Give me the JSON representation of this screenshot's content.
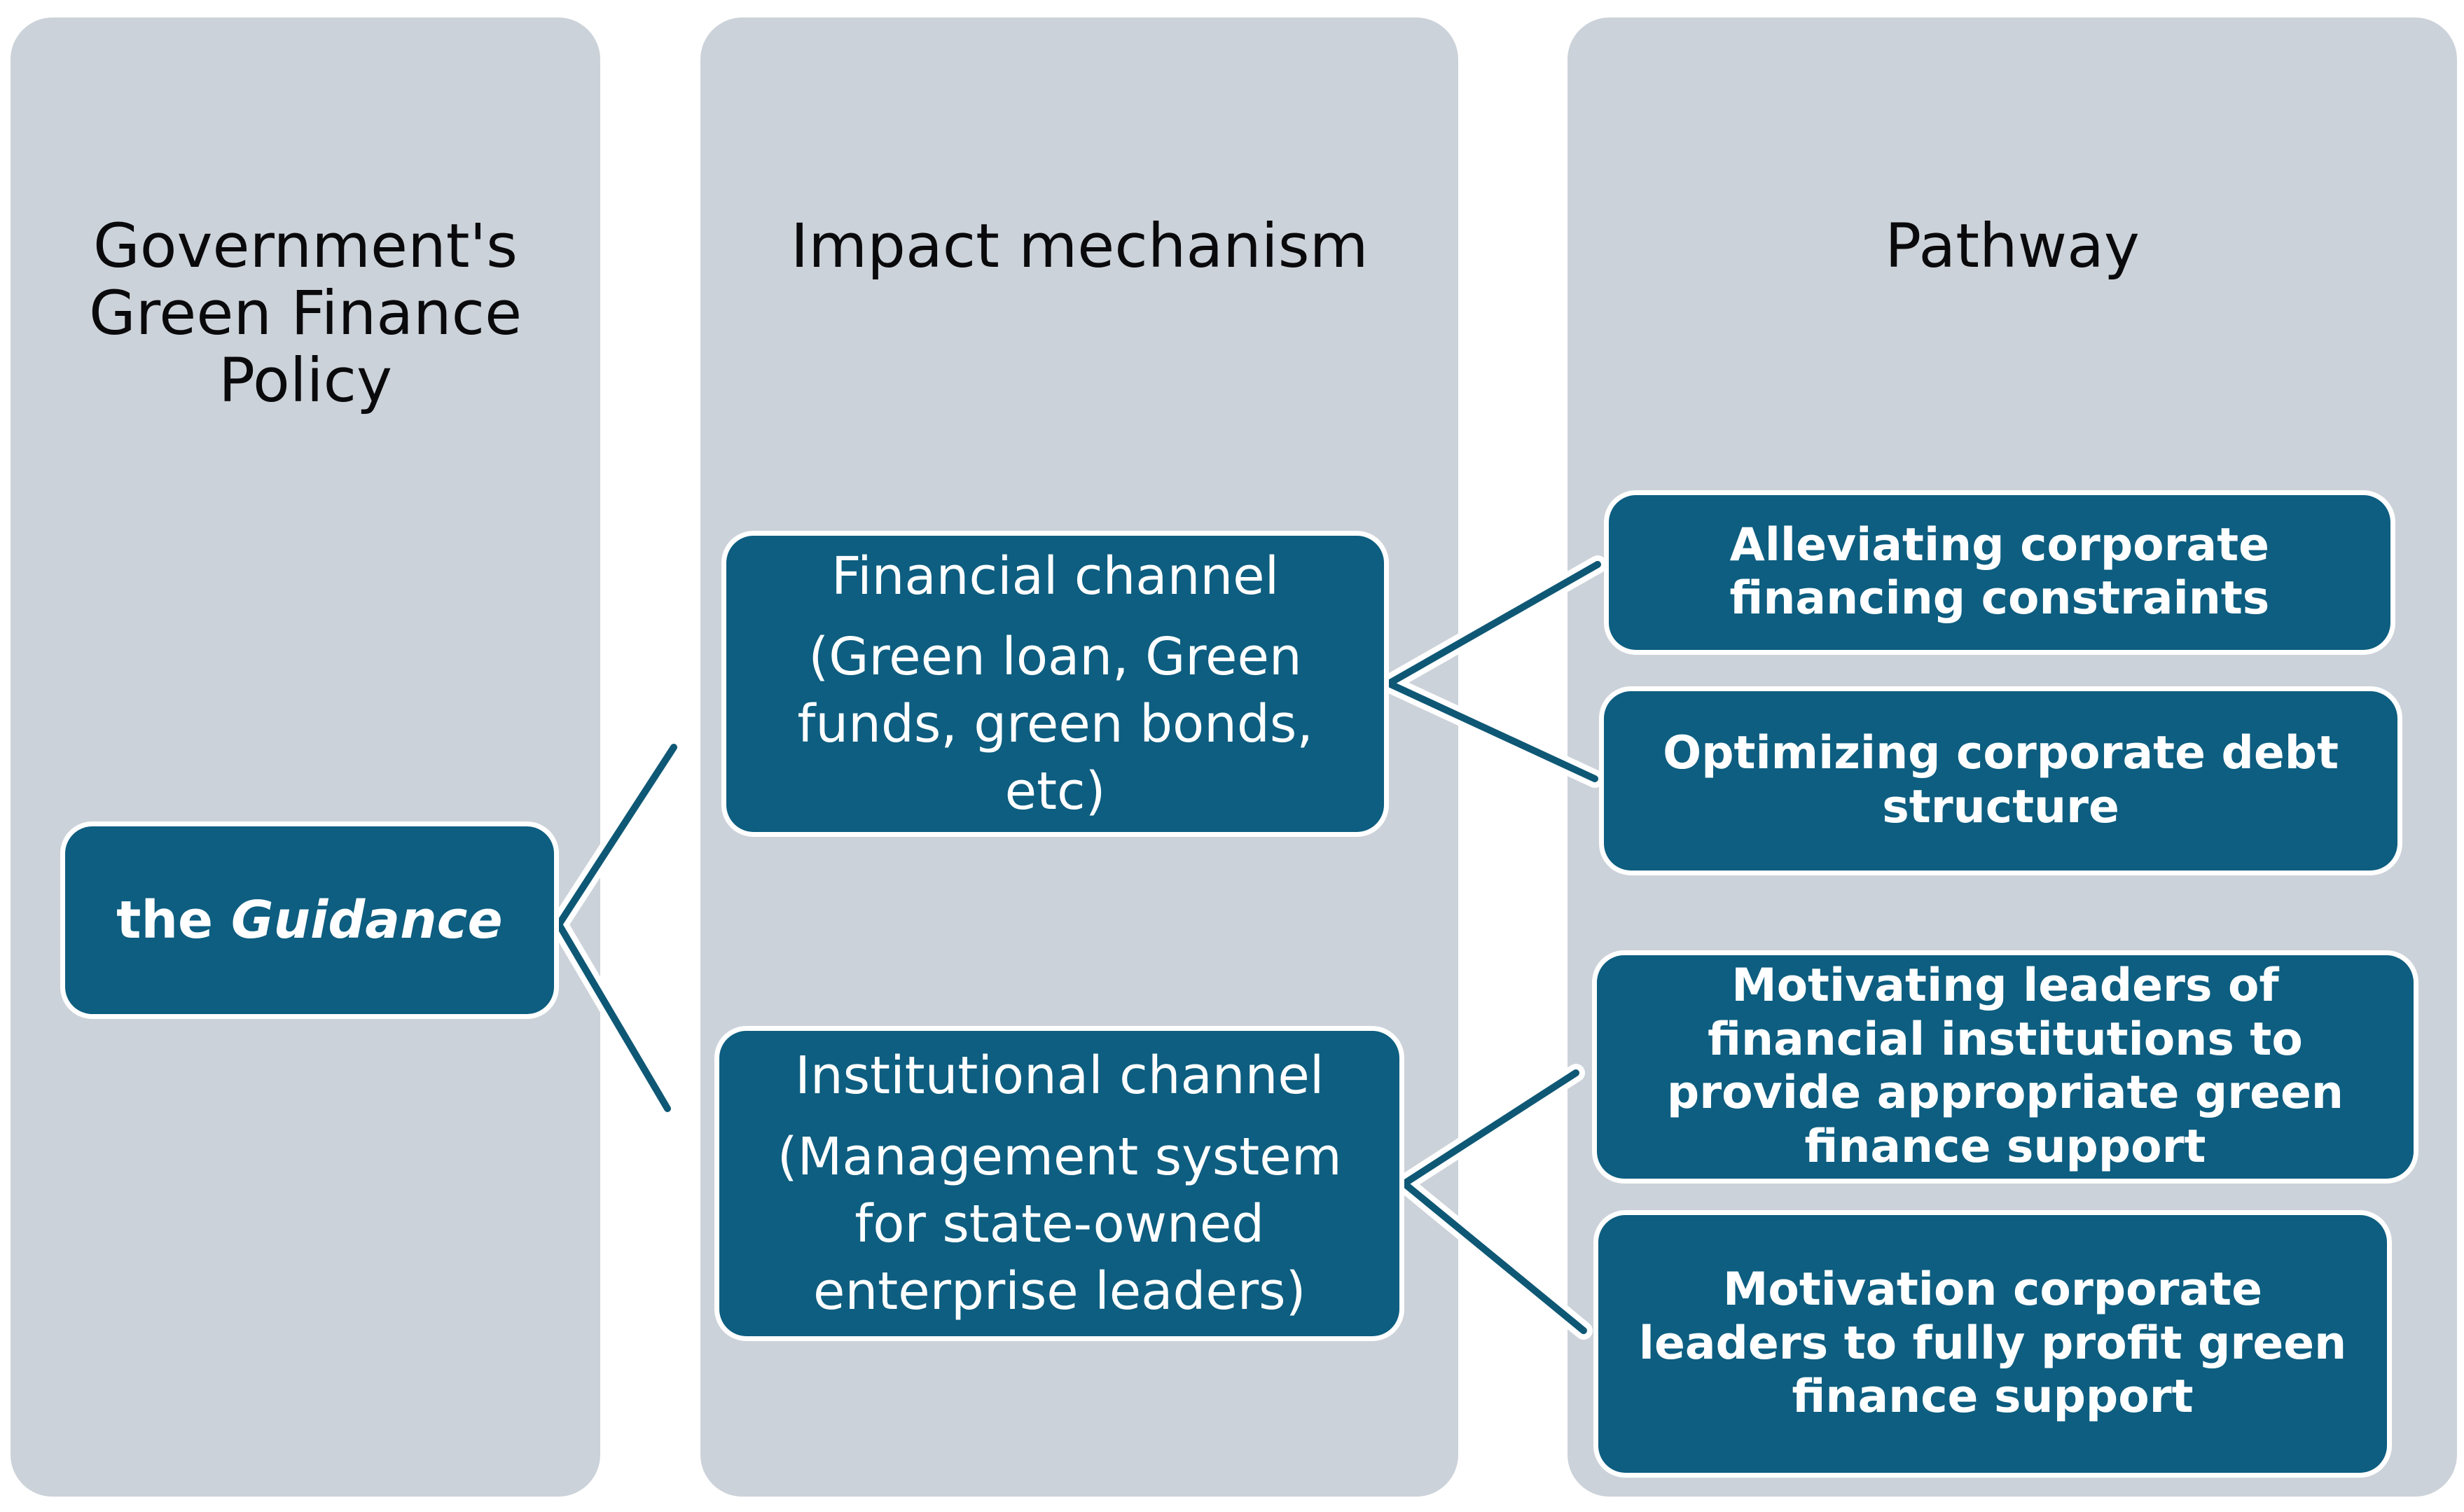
{
  "colors": {
    "canvas_bg": "#ffffff",
    "column_fill": "#ccd2d9",
    "node_fill": "#0d5e80",
    "node_outline": "#ffffff",
    "connector": "#0e5875",
    "node_text": "#ffffff",
    "header_text": "#0a0a0c"
  },
  "columns": {
    "policy": {
      "header_lines": [
        "Government's",
        "Green Finance",
        "Policy"
      ]
    },
    "mechanism": {
      "header": "Impact mechanism"
    },
    "pathway": {
      "header": "Pathway"
    }
  },
  "nodes": {
    "guidance": {
      "prefix": "the ",
      "emphasis": "Guidance"
    },
    "financial": {
      "title": "Financial channel",
      "detail_lines": [
        "(Green loan, Green",
        "funds, green bonds,",
        "etc)"
      ]
    },
    "institutional": {
      "title": "Institutional channel",
      "detail_lines": [
        "(Management system",
        "for state-owned",
        "enterprise leaders)"
      ]
    },
    "pathway1": {
      "lines": [
        "Alleviating corporate",
        "financing constraints"
      ]
    },
    "pathway2": {
      "lines": [
        "Optimizing corporate debt",
        "structure"
      ]
    },
    "pathway3": {
      "lines": [
        "Motivating leaders of",
        "financial institutions to",
        "provide appropriate green",
        "finance support"
      ]
    },
    "pathway4": {
      "lines": [
        "Motivation corporate",
        "leaders to fully profit green",
        "finance support"
      ]
    }
  }
}
